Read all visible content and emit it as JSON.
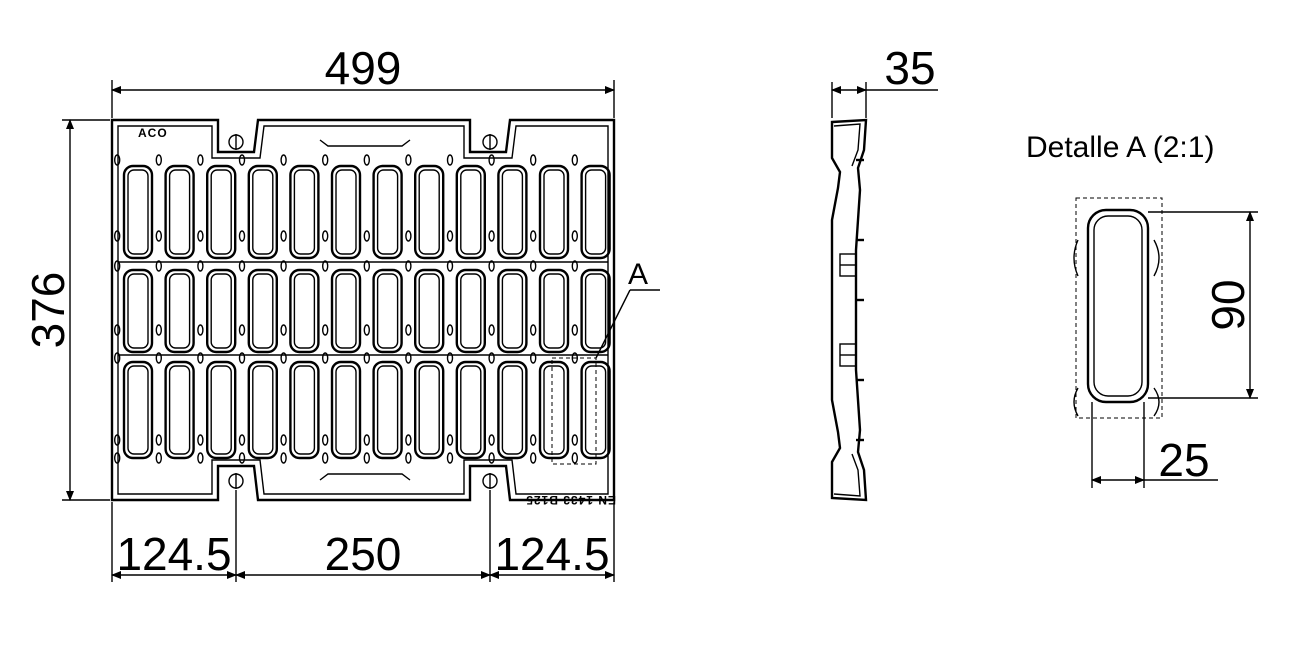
{
  "grate": {
    "width_label": "499",
    "height_label": "376",
    "seg_left_label": "124.5",
    "seg_mid_label": "250",
    "seg_right_label": "124.5",
    "brand_text": "ACO",
    "norm_text": "EN 1433  B125",
    "detail_marker": "A"
  },
  "side_view": {
    "thickness_label": "35"
  },
  "detail": {
    "title": "Detalle A (2:1)",
    "height_label": "90",
    "width_label": "25"
  }
}
